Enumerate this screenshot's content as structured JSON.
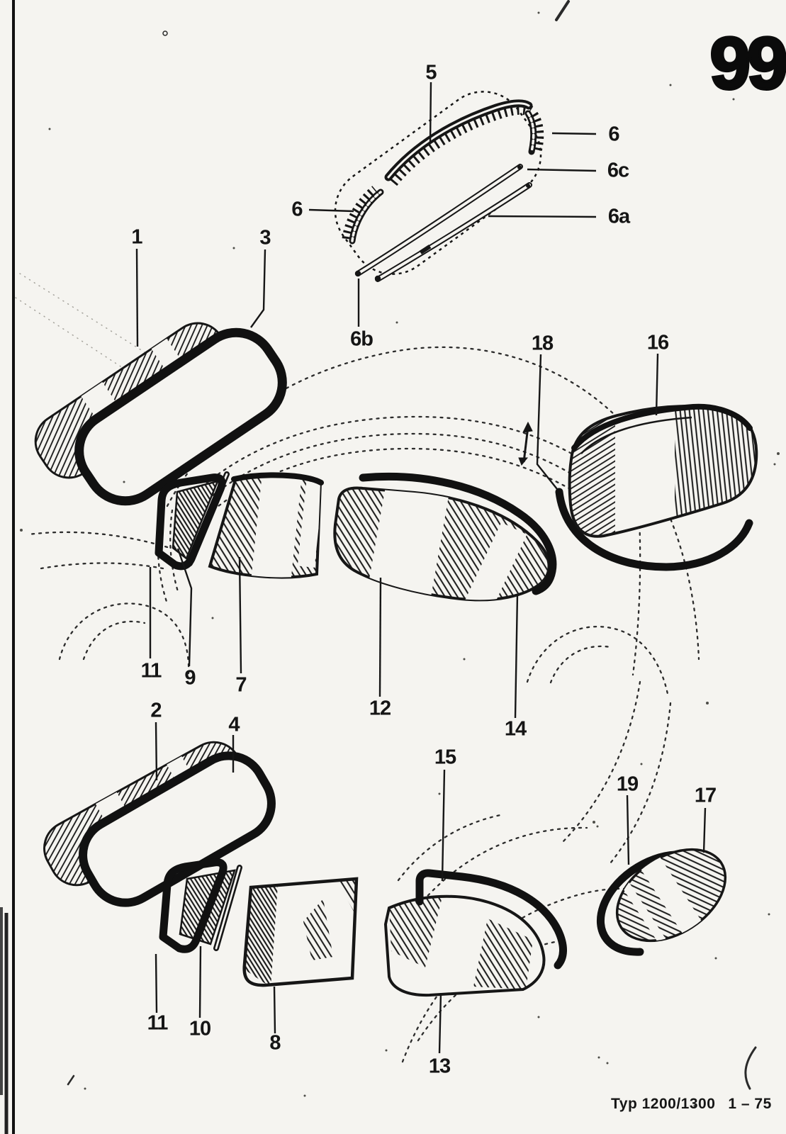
{
  "page": {
    "number": "99",
    "footer_model": "Typ 1200/1300",
    "footer_code": "1 – 75"
  },
  "callouts": {
    "c1": "1",
    "c2": "2",
    "c3": "3",
    "c4": "4",
    "c5": "5",
    "c6_left": "6",
    "c6_right": "6",
    "c6a": "6a",
    "c6b": "6b",
    "c6c": "6c",
    "c7": "7",
    "c8": "8",
    "c9": "9",
    "c10": "10",
    "c11_mid": "11",
    "c11_bottom": "11",
    "c12": "12",
    "c13": "13",
    "c14": "14",
    "c15": "15",
    "c16": "16",
    "c17": "17",
    "c18": "18",
    "c19": "19"
  }
}
